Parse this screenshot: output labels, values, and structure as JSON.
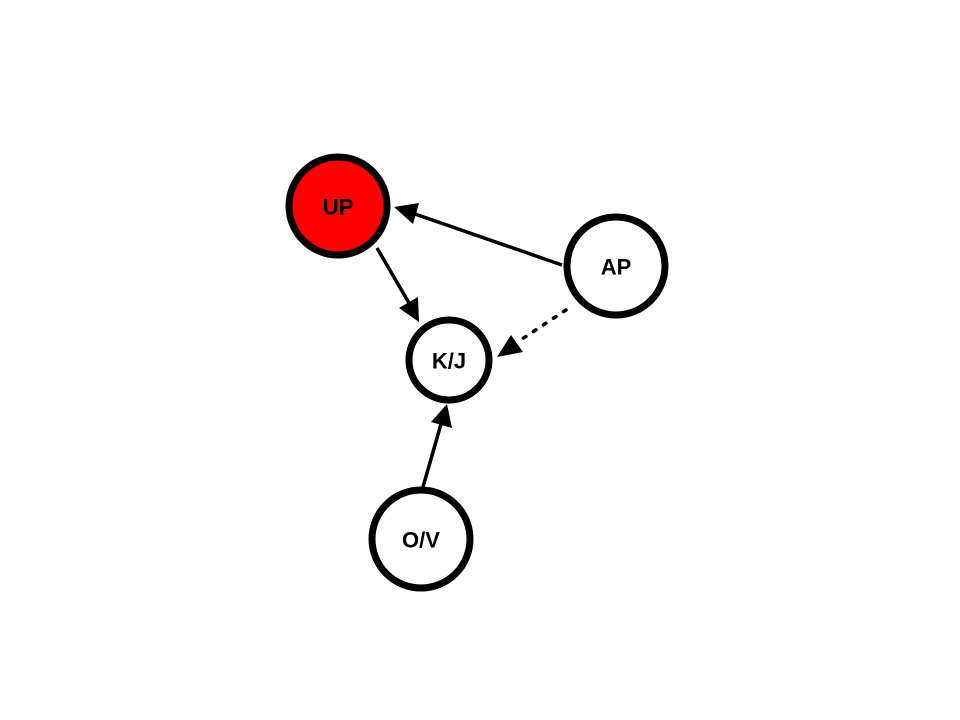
{
  "nodes": [
    {
      "id": "UP",
      "label": "UP",
      "fill": "#ff0000"
    },
    {
      "id": "AP",
      "label": "AP",
      "fill": "#ffffff"
    },
    {
      "id": "KJ",
      "label": "K/J",
      "fill": "#ffffff"
    },
    {
      "id": "OV",
      "label": "O/V",
      "fill": "#ffffff"
    }
  ],
  "edges": [
    {
      "from": "AP",
      "to": "UP",
      "style": "solid"
    },
    {
      "from": "UP",
      "to": "KJ",
      "style": "solid"
    },
    {
      "from": "AP",
      "to": "KJ",
      "style": "dotted"
    },
    {
      "from": "OV",
      "to": "KJ",
      "style": "solid"
    }
  ]
}
